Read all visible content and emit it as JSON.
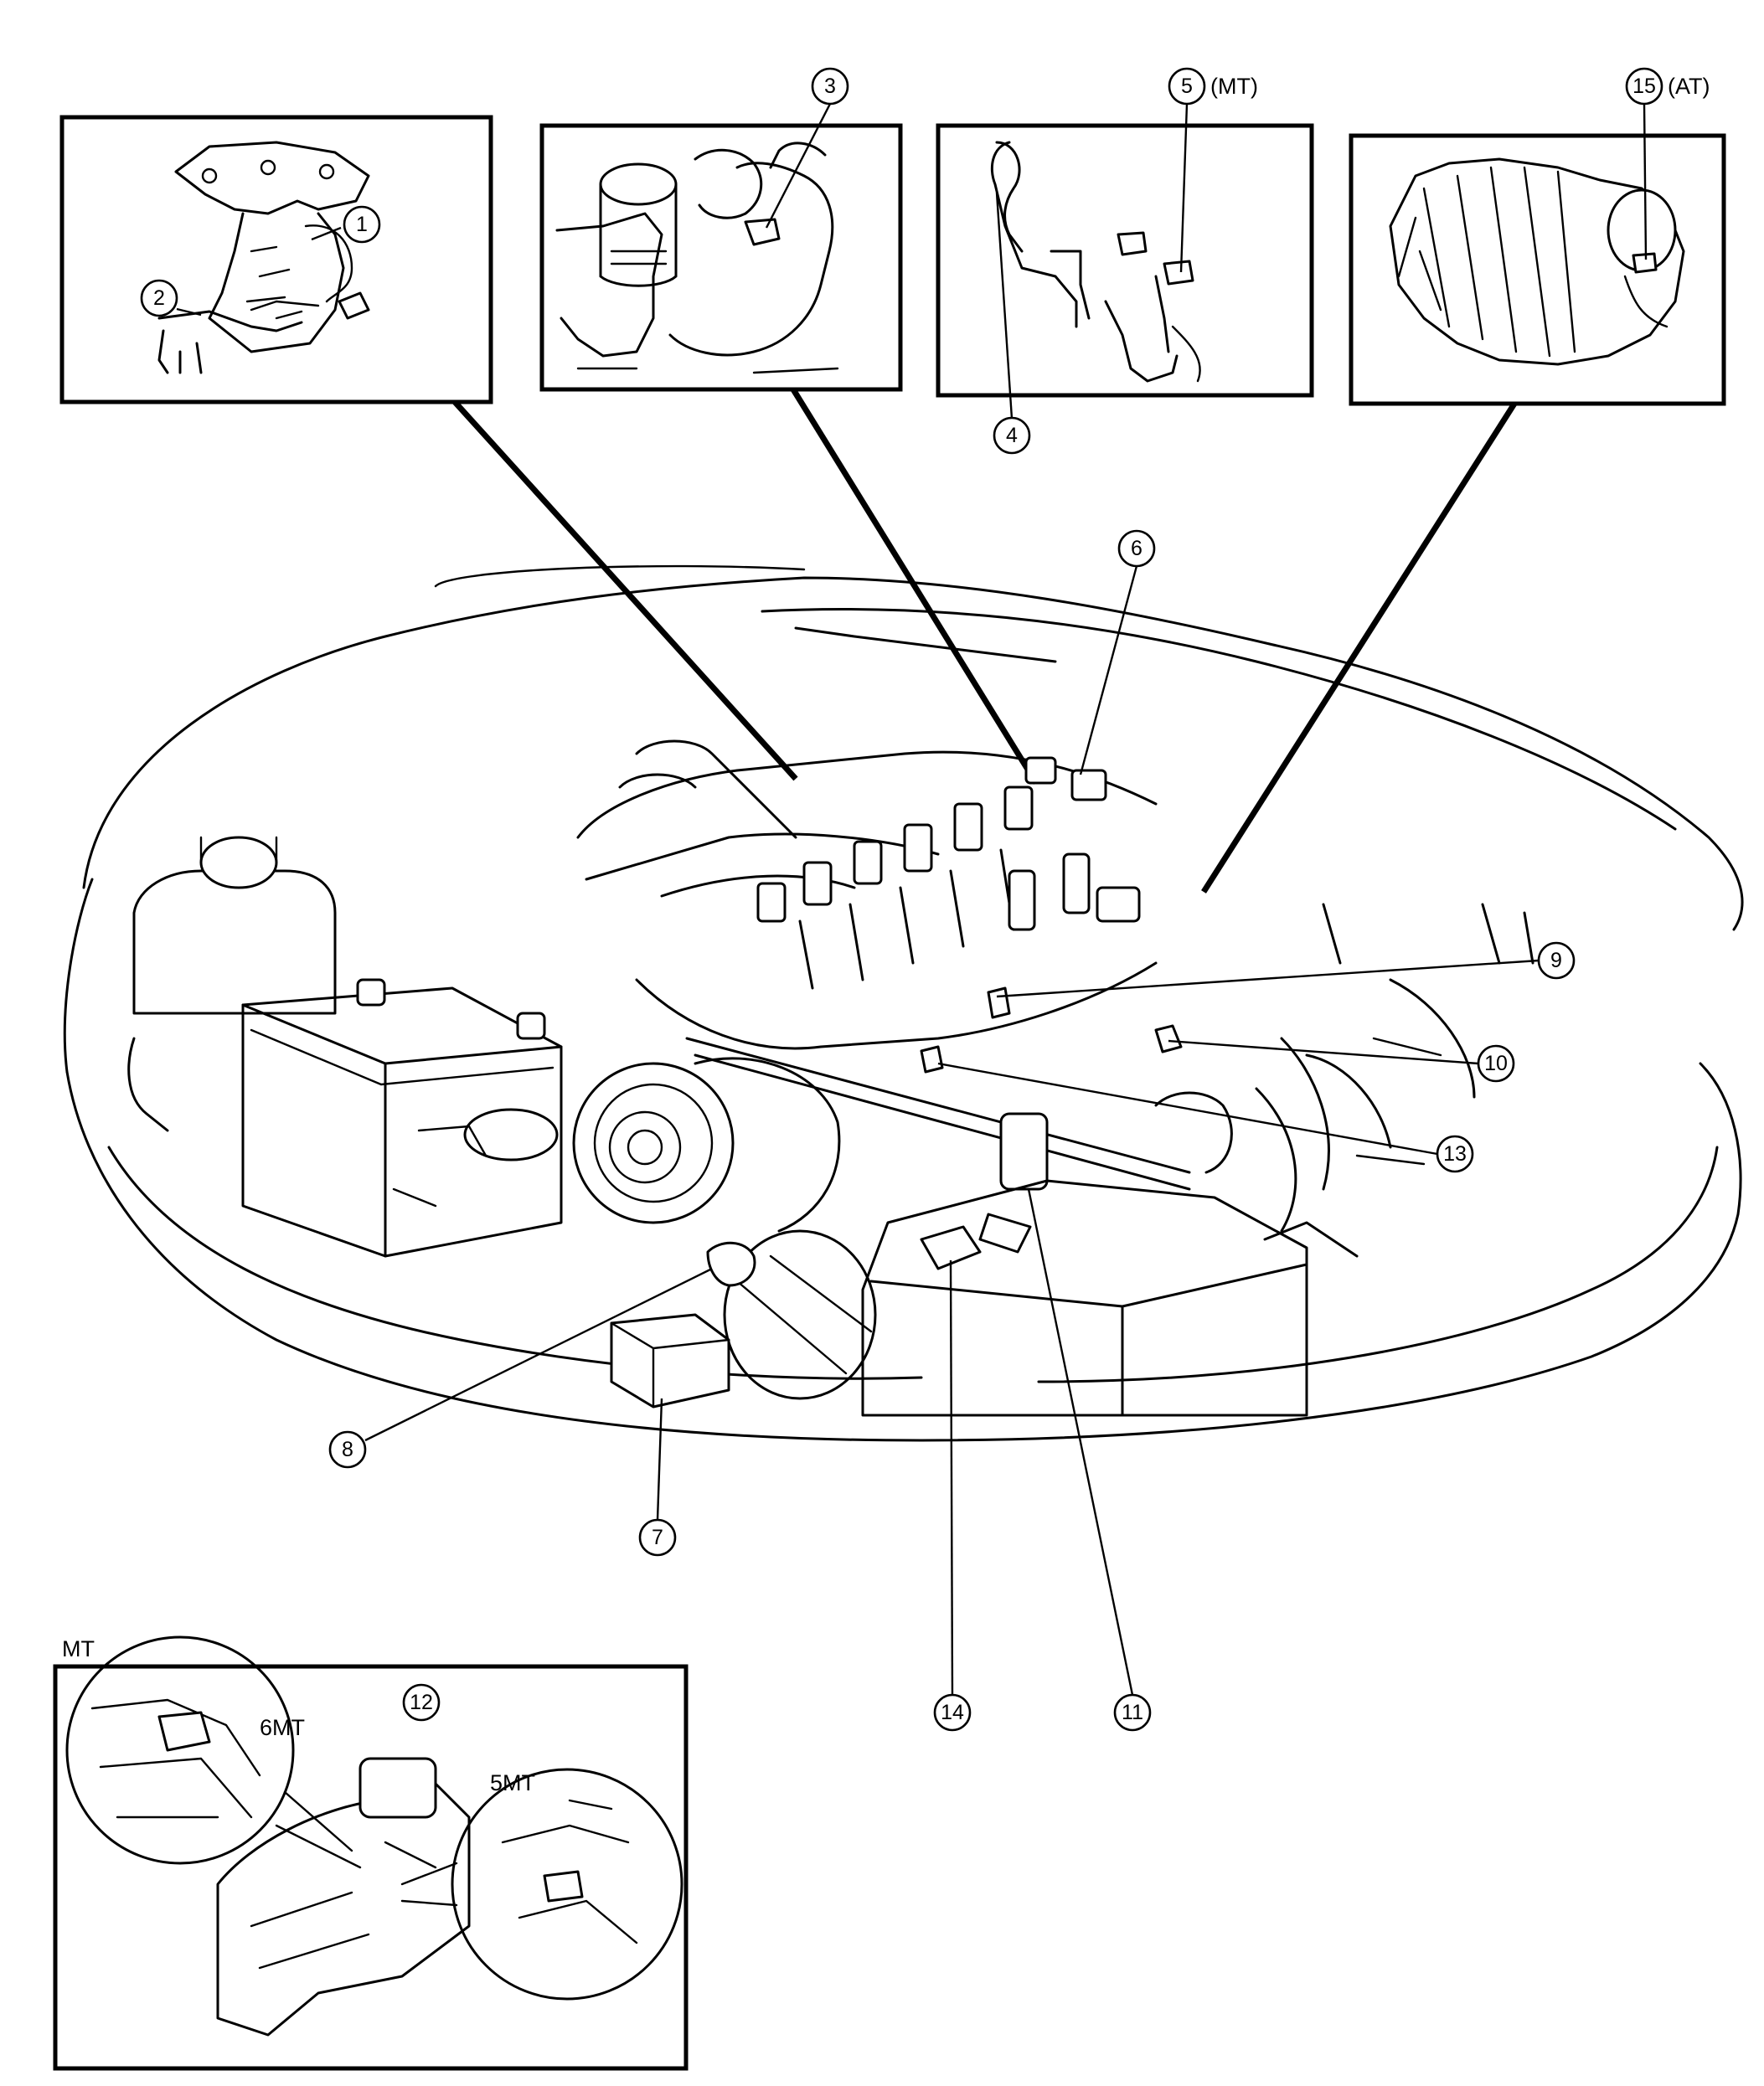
{
  "callouts": [
    {
      "id": "1",
      "label": "①"
    },
    {
      "id": "2",
      "label": "②"
    },
    {
      "id": "3",
      "label": "③"
    },
    {
      "id": "4",
      "label": "④"
    },
    {
      "id": "5",
      "label": "⑤",
      "note": "(MT)"
    },
    {
      "id": "6",
      "label": "⑥"
    },
    {
      "id": "7",
      "label": "⑦"
    },
    {
      "id": "8",
      "label": "⑧"
    },
    {
      "id": "9",
      "label": "⑨"
    },
    {
      "id": "10",
      "label": "⑩"
    },
    {
      "id": "11",
      "label": "⑪"
    },
    {
      "id": "12",
      "label": "⑫"
    },
    {
      "id": "13",
      "label": "⑬"
    },
    {
      "id": "14",
      "label": "⑭"
    },
    {
      "id": "15",
      "label": "⑮",
      "note": "(AT)"
    }
  ],
  "mt_inset": {
    "title": "MT",
    "variant_6mt": "6MT",
    "variant_5mt": "5MT"
  }
}
